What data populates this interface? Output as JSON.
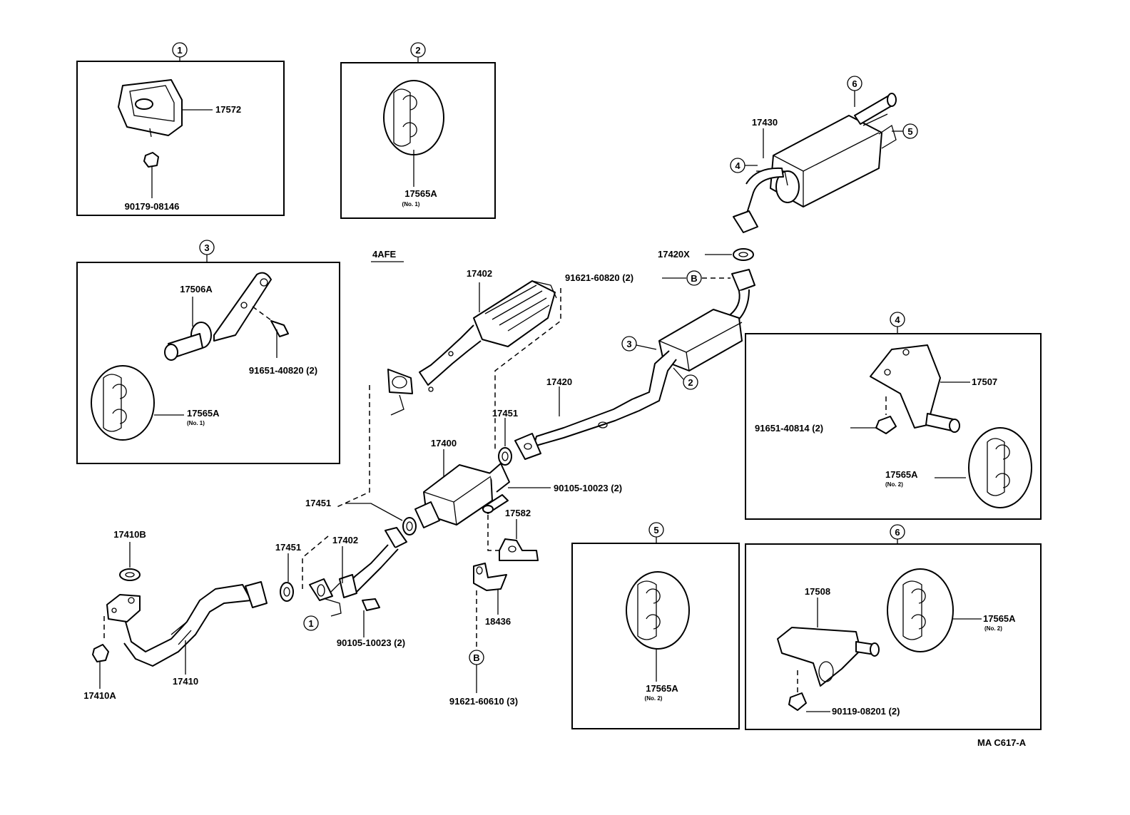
{
  "diagram": {
    "variant_label": "4AFE",
    "figure_code": "MA C617-A",
    "callout_numbers": [
      "1",
      "2",
      "3",
      "4",
      "5",
      "6"
    ],
    "ref_letter": "B",
    "boxes": {
      "box1": {
        "num": "1",
        "parts": [
          "17572",
          "90179-08146"
        ]
      },
      "box2": {
        "num": "2",
        "parts": [
          "17565A"
        ],
        "note": "(No. 1)"
      },
      "box3": {
        "num": "3",
        "parts": [
          "17506A",
          "91651-40820 (2)",
          "17565A"
        ],
        "note": "(No. 1)"
      },
      "box4": {
        "num": "4",
        "parts": [
          "17507",
          "91651-40814 (2)",
          "17565A"
        ],
        "note": "(No. 2)"
      },
      "box5": {
        "num": "5",
        "parts": [
          "17565A"
        ],
        "note": "(No. 2)"
      },
      "box6": {
        "num": "6",
        "parts": [
          "17508",
          "17565A",
          "90119-08201 (2)"
        ],
        "note": "(No. 2)"
      }
    },
    "main_labels": {
      "p17430": "17430",
      "p17420X": "17420X",
      "p91621_60820": "91621-60820 (2)",
      "p17402_top": "17402",
      "p17420": "17420",
      "p17451_a": "17451",
      "p17400": "17400",
      "p90105_a": "90105-10023 (2)",
      "p17451_b": "17451",
      "p17582": "17582",
      "p17410B": "17410B",
      "p17451_c": "17451",
      "p17402_low": "17402",
      "p18436": "18436",
      "p90105_b": "90105-10023 (2)",
      "p17410": "17410",
      "p17410A": "17410A",
      "p91621_60610": "91621-60610 (3)"
    }
  }
}
